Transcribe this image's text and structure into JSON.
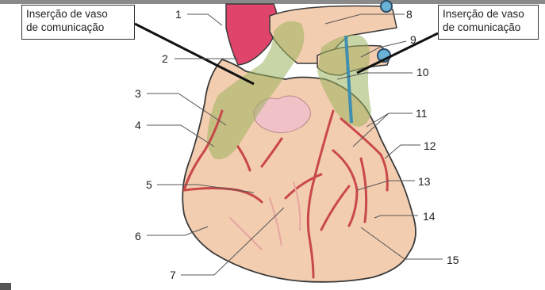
{
  "callouts": {
    "left": {
      "line1": "Inserção de vaso",
      "line2": "de comunicação"
    },
    "right": {
      "line1": "Inserção de vaso",
      "line2": "de comunicação"
    }
  },
  "labels": [
    "1",
    "2",
    "3",
    "4",
    "5",
    "6",
    "7",
    "8",
    "9",
    "10",
    "11",
    "12",
    "13",
    "14",
    "15"
  ],
  "colors": {
    "heart_fill": "#f3cdb0",
    "heart_outline": "#3a3a3a",
    "vessel_red": "#c9484a",
    "aorta": "#e0446a",
    "overlay_green": "#9bb35c",
    "communication_vessel": "#3f8fb0",
    "atrium_pink": "#f0c2c8"
  }
}
